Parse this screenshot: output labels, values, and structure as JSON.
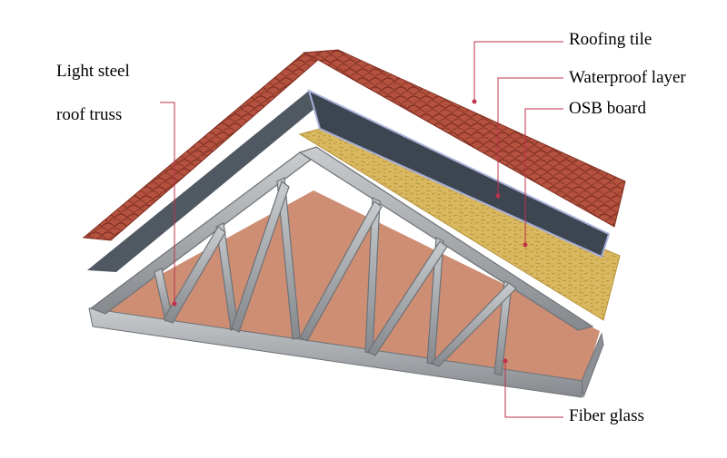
{
  "labels": {
    "light_steel_line1": "Light steel",
    "light_steel_line2": "roof truss",
    "roofing_tile": "Roofing tile",
    "waterproof_layer": "Waterproof layer",
    "osb_board": "OSB board",
    "fiber_glass": "Fiber glass"
  },
  "colors": {
    "tile": "#b5523f",
    "tile_dark": "#7f2f22",
    "waterproof": "#3d4650",
    "waterproof_edge": "#a8b0d8",
    "osb": "#d9b860",
    "steel": "#a7aaad",
    "steel_dark": "#6e7276",
    "fiber": "#c47a5c",
    "leader": "#c0304a"
  }
}
